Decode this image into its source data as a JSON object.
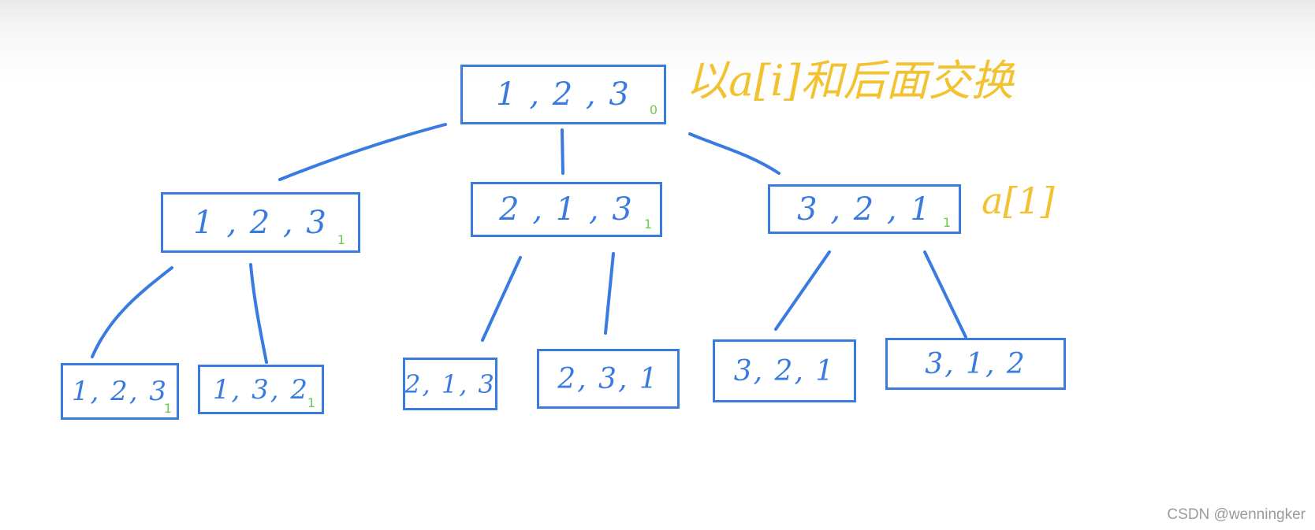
{
  "colors": {
    "node": "#3a7be0",
    "annotation": "#f2c231",
    "index_mark": "#6acb4d"
  },
  "root": {
    "label": "1 , 2 , 3",
    "mark": "0"
  },
  "level1": [
    {
      "label": "1 , 2 , 3",
      "mark": "1"
    },
    {
      "label": "2 , 1 , 3",
      "mark": "1"
    },
    {
      "label": "3 , 2 , 1",
      "mark": "1"
    }
  ],
  "level2": [
    {
      "label": "1, 2, 3",
      "mark": "1"
    },
    {
      "label": "1, 3, 2",
      "mark": "1"
    },
    {
      "label": "2, 1, 3",
      "mark": ""
    },
    {
      "label": "2, 3, 1",
      "mark": ""
    },
    {
      "label": "3, 2, 1",
      "mark": ""
    },
    {
      "label": "3, 1, 2",
      "mark": ""
    }
  ],
  "annotations": {
    "top": "以a[i]和后面交换",
    "right": "a[1]"
  },
  "watermark": "CSDN @wenningker"
}
